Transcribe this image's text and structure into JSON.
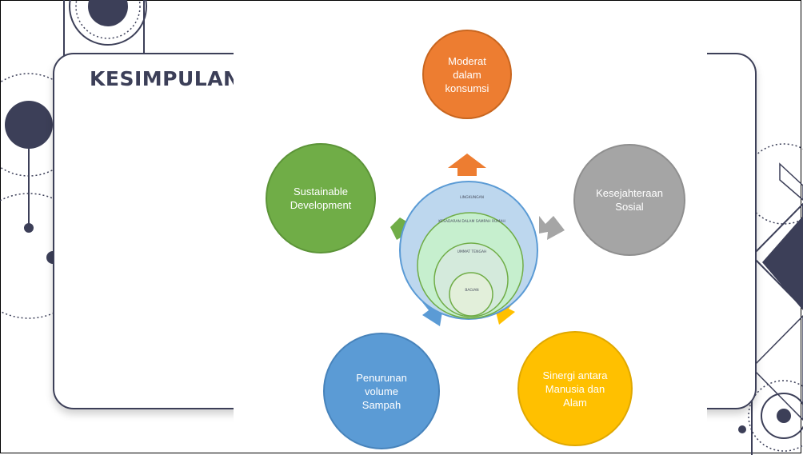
{
  "slide": {
    "title": "KESIMPULAN"
  },
  "diagram": {
    "center_rings": [
      {
        "label": "LINGKUNGAN"
      },
      {
        "label": "KESADARAN DALAM SAMPAH RUMAH"
      },
      {
        "label": "UMMAT TENGAH"
      },
      {
        "label": "BAGIAN"
      }
    ],
    "nodes": [
      {
        "position": "top",
        "label": "Moderat\ndalam\nkonsumsi",
        "color": "#ed7d31"
      },
      {
        "position": "right",
        "label": "Kesejahteraan\nSosial",
        "color": "#a5a5a5"
      },
      {
        "position": "left",
        "label": "Sustainable\nDevelopment",
        "color": "#70ad47"
      },
      {
        "position": "bottom-left",
        "label": "Penurunan\nvolume\nSampah",
        "color": "#5b9bd5"
      },
      {
        "position": "bottom-right",
        "label": "Sinergi antara\nManusia dan\nAlam",
        "color": "#ffc000"
      }
    ]
  },
  "decoration": {
    "accent_color": "#3c3f58"
  }
}
